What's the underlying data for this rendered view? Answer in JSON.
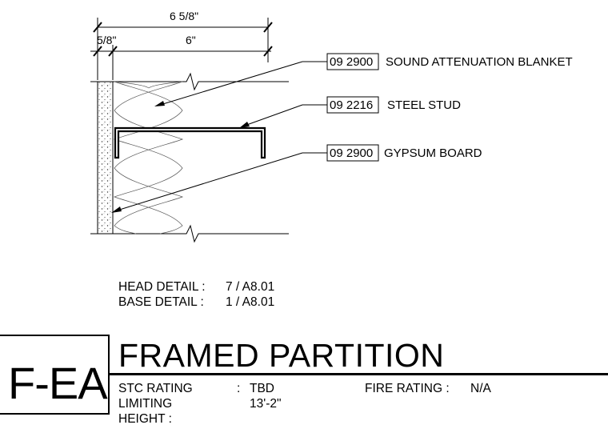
{
  "dimensions": {
    "overall": "6 5/8\"",
    "board": "5/8\"",
    "stud": "6\""
  },
  "callouts": [
    {
      "code": "09 2900",
      "label": "SOUND ATTENUATION BLANKET"
    },
    {
      "code": "09 2216",
      "label": "STEEL STUD"
    },
    {
      "code": "09 2900",
      "label": "GYPSUM BOARD"
    }
  ],
  "references": {
    "head_label": "HEAD DETAIL  :",
    "head_value": "7 / A8.01",
    "base_label": "BASE DETAIL  :",
    "base_value": "1 / A8.01"
  },
  "title_block": {
    "type_code": "F-EA",
    "title": "FRAMED PARTITION",
    "stc_label": "STC RATING",
    "stc_sep": ":",
    "stc_value": "TBD",
    "limiting_label_1": "LIMITING",
    "limiting_label_2": "HEIGHT  :",
    "limiting_value": "13'-2\"",
    "fire_label": "FIRE RATING  :",
    "fire_value": "N/A"
  }
}
